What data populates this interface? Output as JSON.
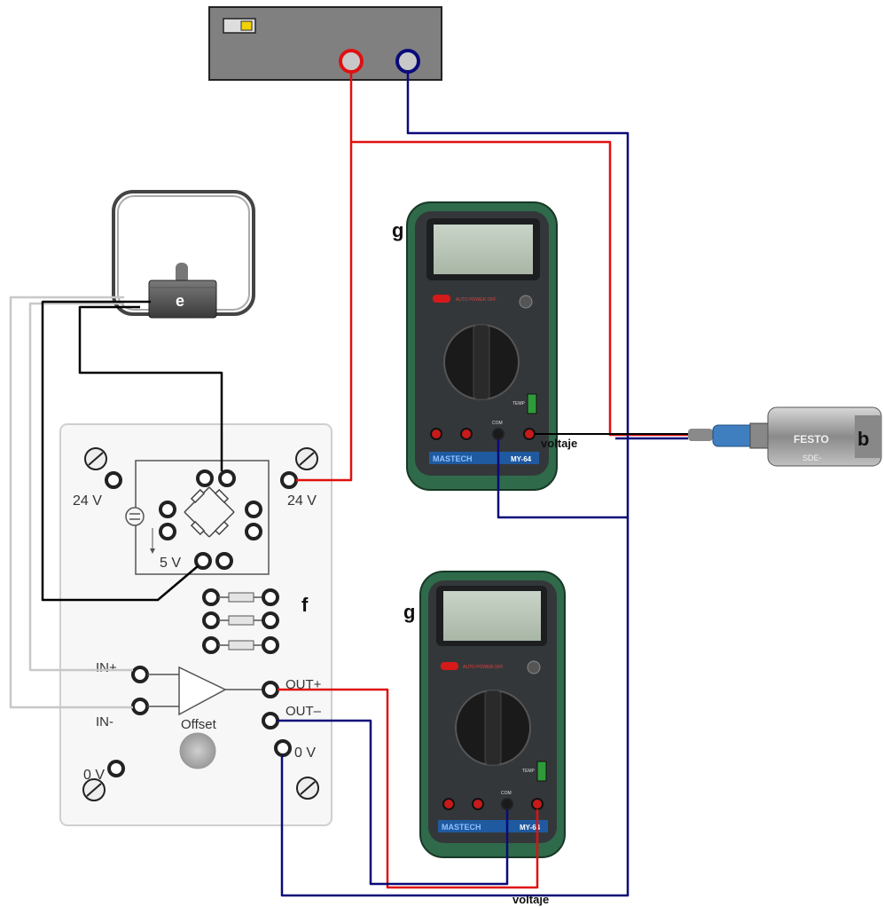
{
  "labels": {
    "e": "e",
    "f": "f",
    "g_top": "g",
    "g_bottom": "g",
    "b": "b",
    "voltaje_top": "voltaje",
    "voltaje_bottom": "voltaje"
  },
  "board": {
    "v24_left": "24 V",
    "v24_right": "24 V",
    "v5": "5 V",
    "in_plus": "IN+",
    "in_minus": "IN-",
    "out_plus": "OUT+",
    "out_minus": "OUT–",
    "v0_left": "0 V",
    "v0_right": "0 V",
    "offset": "Offset"
  },
  "multimeter": {
    "brand": "MASTECH",
    "model": "MY-64",
    "auto_power": "AUTO POWER OFF",
    "com": "COM",
    "temp": "TEMP"
  },
  "sensor": {
    "brand": "FESTO",
    "model": "SDE-"
  },
  "colors": {
    "positive_wire": "#e01010",
    "negative_wire": "#0a0a7a",
    "signal_wire": "#000000",
    "aux_wire": "#c8c8c8",
    "meter_body": "#2f6a4a",
    "power_supply": "#808080"
  }
}
